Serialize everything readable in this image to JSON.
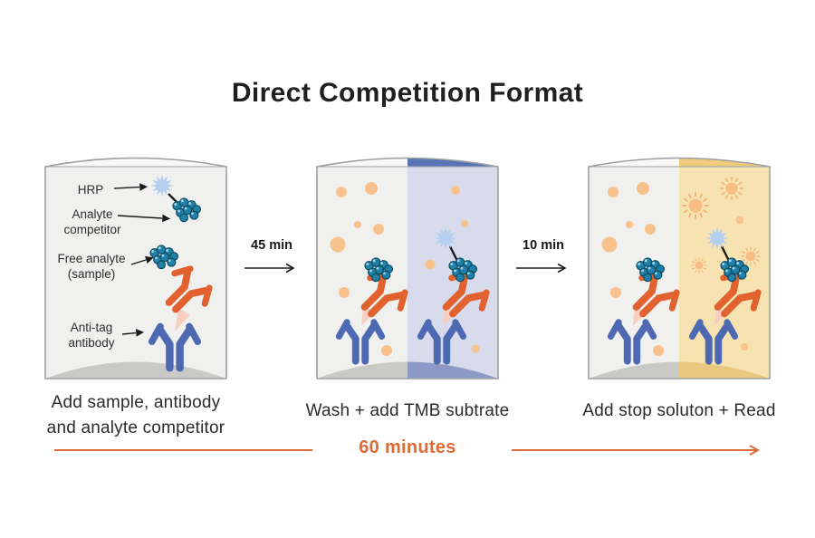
{
  "title": "Direct Competition Format",
  "panel1": {
    "labels": {
      "hrp": "HRP",
      "analyte_competitor": "Analyte competitor",
      "free_analyte": "Free analyte (sample)",
      "anti_tag": "Anti-tag antibody"
    },
    "caption": [
      "Add sample, antibody",
      "and analyte competitor"
    ]
  },
  "panel2": {
    "caption": "Wash + add TMB subtrate"
  },
  "panel3": {
    "caption": "Add stop soluton + Read"
  },
  "steps": {
    "step1_duration": "45 min",
    "step2_duration": "10 min"
  },
  "timeline_label": "60 minutes",
  "icons": {
    "hrp": "hrp-star-icon",
    "analyte": "analyte-cluster-icon",
    "antibody": "antibody-y-icon",
    "substrate_dot": "tmb-substrate-dot-icon",
    "product_burst": "oxidized-substrate-burst-icon"
  },
  "colors": {
    "accent_orange": "#DD6B35",
    "antibody_blue": "#4D69B1",
    "antibody_orange": "#E2622F",
    "hrp_star": "#B5CFF1",
    "analyte_teal": "#2180A8",
    "substrate_dot": "#F8C28C",
    "tmb_half_bg": "#D7DBEB",
    "tmb_rim": "#5A73B6",
    "stop_half_bg": "#F7E3B2",
    "stop_rim": "#EFCC7D"
  }
}
